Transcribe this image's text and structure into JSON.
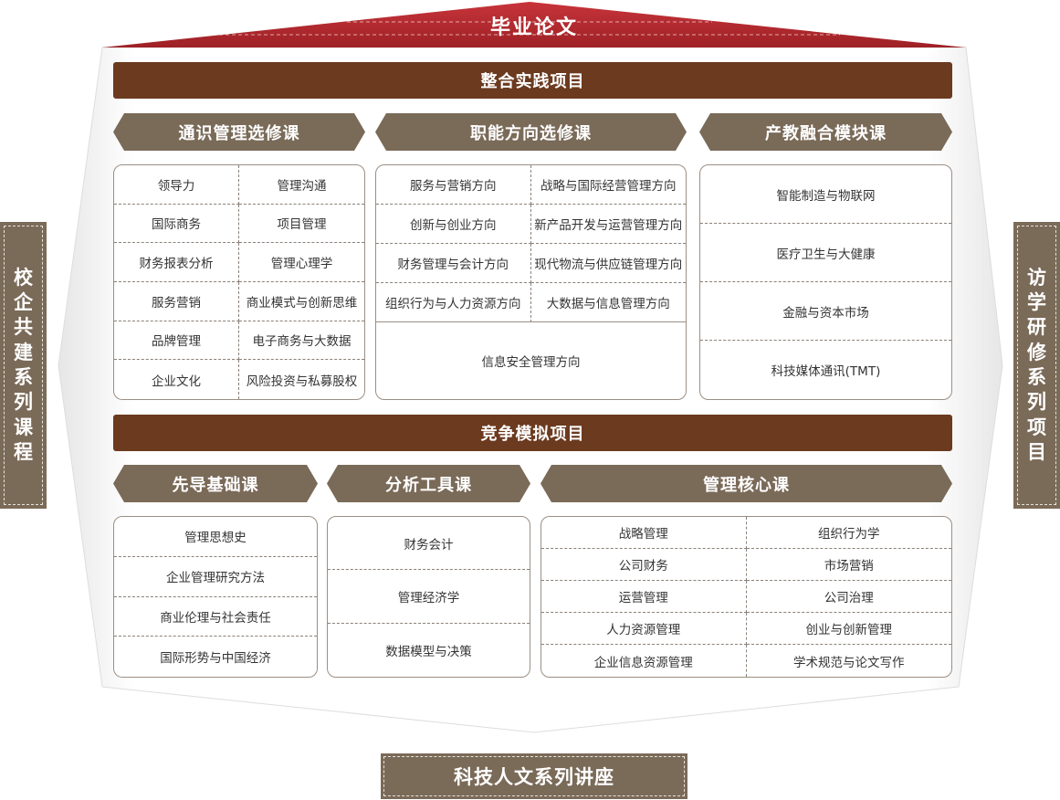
{
  "roof": {
    "title": "毕业论文"
  },
  "bars": {
    "integrated": "整合实践项目",
    "competition": "竞争模拟项目"
  },
  "upper": {
    "general": {
      "title": "通识管理选修课",
      "items": [
        "领导力",
        "管理沟通",
        "国际商务",
        "项目管理",
        "财务报表分析",
        "管理心理学",
        "服务营销",
        "商业模式与创新思维",
        "品牌管理",
        "电子商务与大数据",
        "企业文化",
        "风险投资与私募股权"
      ]
    },
    "functional": {
      "title": "职能方向选修课",
      "items": [
        "服务与营销方向",
        "战略与国际经营管理方向",
        "创新与创业方向",
        "新产品开发与运营管理方向",
        "财务管理与会计方向",
        "现代物流与供应链管理方向",
        "组织行为与人力资源方向",
        "大数据与信息管理方向"
      ],
      "wide": "信息安全管理方向"
    },
    "industry": {
      "title": "产教融合模块课",
      "items": [
        "智能制造与物联网",
        "医疗卫生与大健康",
        "金融与资本市场",
        "科技媒体通讯(TMT)"
      ]
    }
  },
  "lower": {
    "foundation": {
      "title": "先导基础课",
      "items": [
        "管理思想史",
        "企业管理研究方法",
        "商业伦理与社会责任",
        "国际形势与中国经济"
      ]
    },
    "tools": {
      "title": "分析工具课",
      "items": [
        "财务会计",
        "管理经济学",
        "数据模型与决策"
      ]
    },
    "core": {
      "title": "管理核心课",
      "items": [
        "战略管理",
        "组织行为学",
        "公司财务",
        "市场营销",
        "运营管理",
        "公司治理",
        "人力资源管理",
        "创业与创新管理",
        "企业信息资源管理",
        "学术规范与论文写作"
      ]
    }
  },
  "sides": {
    "left": [
      "校",
      "企",
      "共",
      "建",
      "系",
      "列",
      "课",
      "程"
    ],
    "right": [
      "访",
      "学",
      "研",
      "修",
      "系",
      "列",
      "项",
      "目"
    ]
  },
  "bottom": {
    "title": "科技人文系列讲座"
  },
  "colors": {
    "roof": "#b0282c",
    "bar": "#6b3a1f",
    "header": "#7a6a58"
  }
}
